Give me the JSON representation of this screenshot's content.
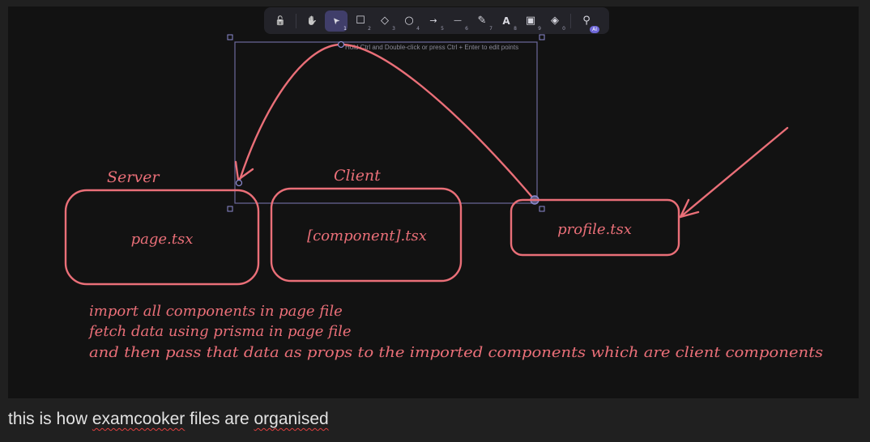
{
  "toolbar": {
    "tools": [
      {
        "name": "lock-icon",
        "glyph": "🔓",
        "key": ""
      },
      {
        "name": "hand-icon",
        "glyph": "✋",
        "key": ""
      },
      {
        "name": "pointer-icon",
        "glyph": "➤",
        "key": "1"
      },
      {
        "name": "rectangle-icon",
        "glyph": "☐",
        "key": "2"
      },
      {
        "name": "diamond-icon",
        "glyph": "◇",
        "key": "3"
      },
      {
        "name": "ellipse-icon",
        "glyph": "○",
        "key": "4"
      },
      {
        "name": "arrow-icon",
        "glyph": "→",
        "key": "5"
      },
      {
        "name": "line-icon",
        "glyph": "—",
        "key": "6"
      },
      {
        "name": "pencil-icon",
        "glyph": "✎",
        "key": "7"
      },
      {
        "name": "text-icon",
        "glyph": "A",
        "key": "8"
      },
      {
        "name": "image-icon",
        "glyph": "▣",
        "key": "9"
      },
      {
        "name": "eraser-icon",
        "glyph": "◈",
        "key": "0"
      },
      {
        "name": "shapes-ai-icon",
        "glyph": "⚲",
        "key": ""
      }
    ],
    "active_tool": "pointer-icon",
    "ai_badge": "AI"
  },
  "canvas": {
    "hint": "Hold Ctrl and Double-click or press Ctrl + Enter to edit points",
    "labels": {
      "server": "Server",
      "client": "Client"
    },
    "boxes": {
      "page": "page.tsx",
      "component": "[component].tsx",
      "profile": "profile.tsx"
    },
    "notes": [
      "import all components in page file",
      "fetch data using prisma in page file",
      "and then pass that data as props to the imported components which are client components"
    ],
    "stroke_color": "#ea6f78",
    "selection_color": "#6c6a9c"
  },
  "caption": {
    "prefix": "this is how ",
    "word1": "examcooker",
    "middle": " files are ",
    "word2": "organised"
  }
}
